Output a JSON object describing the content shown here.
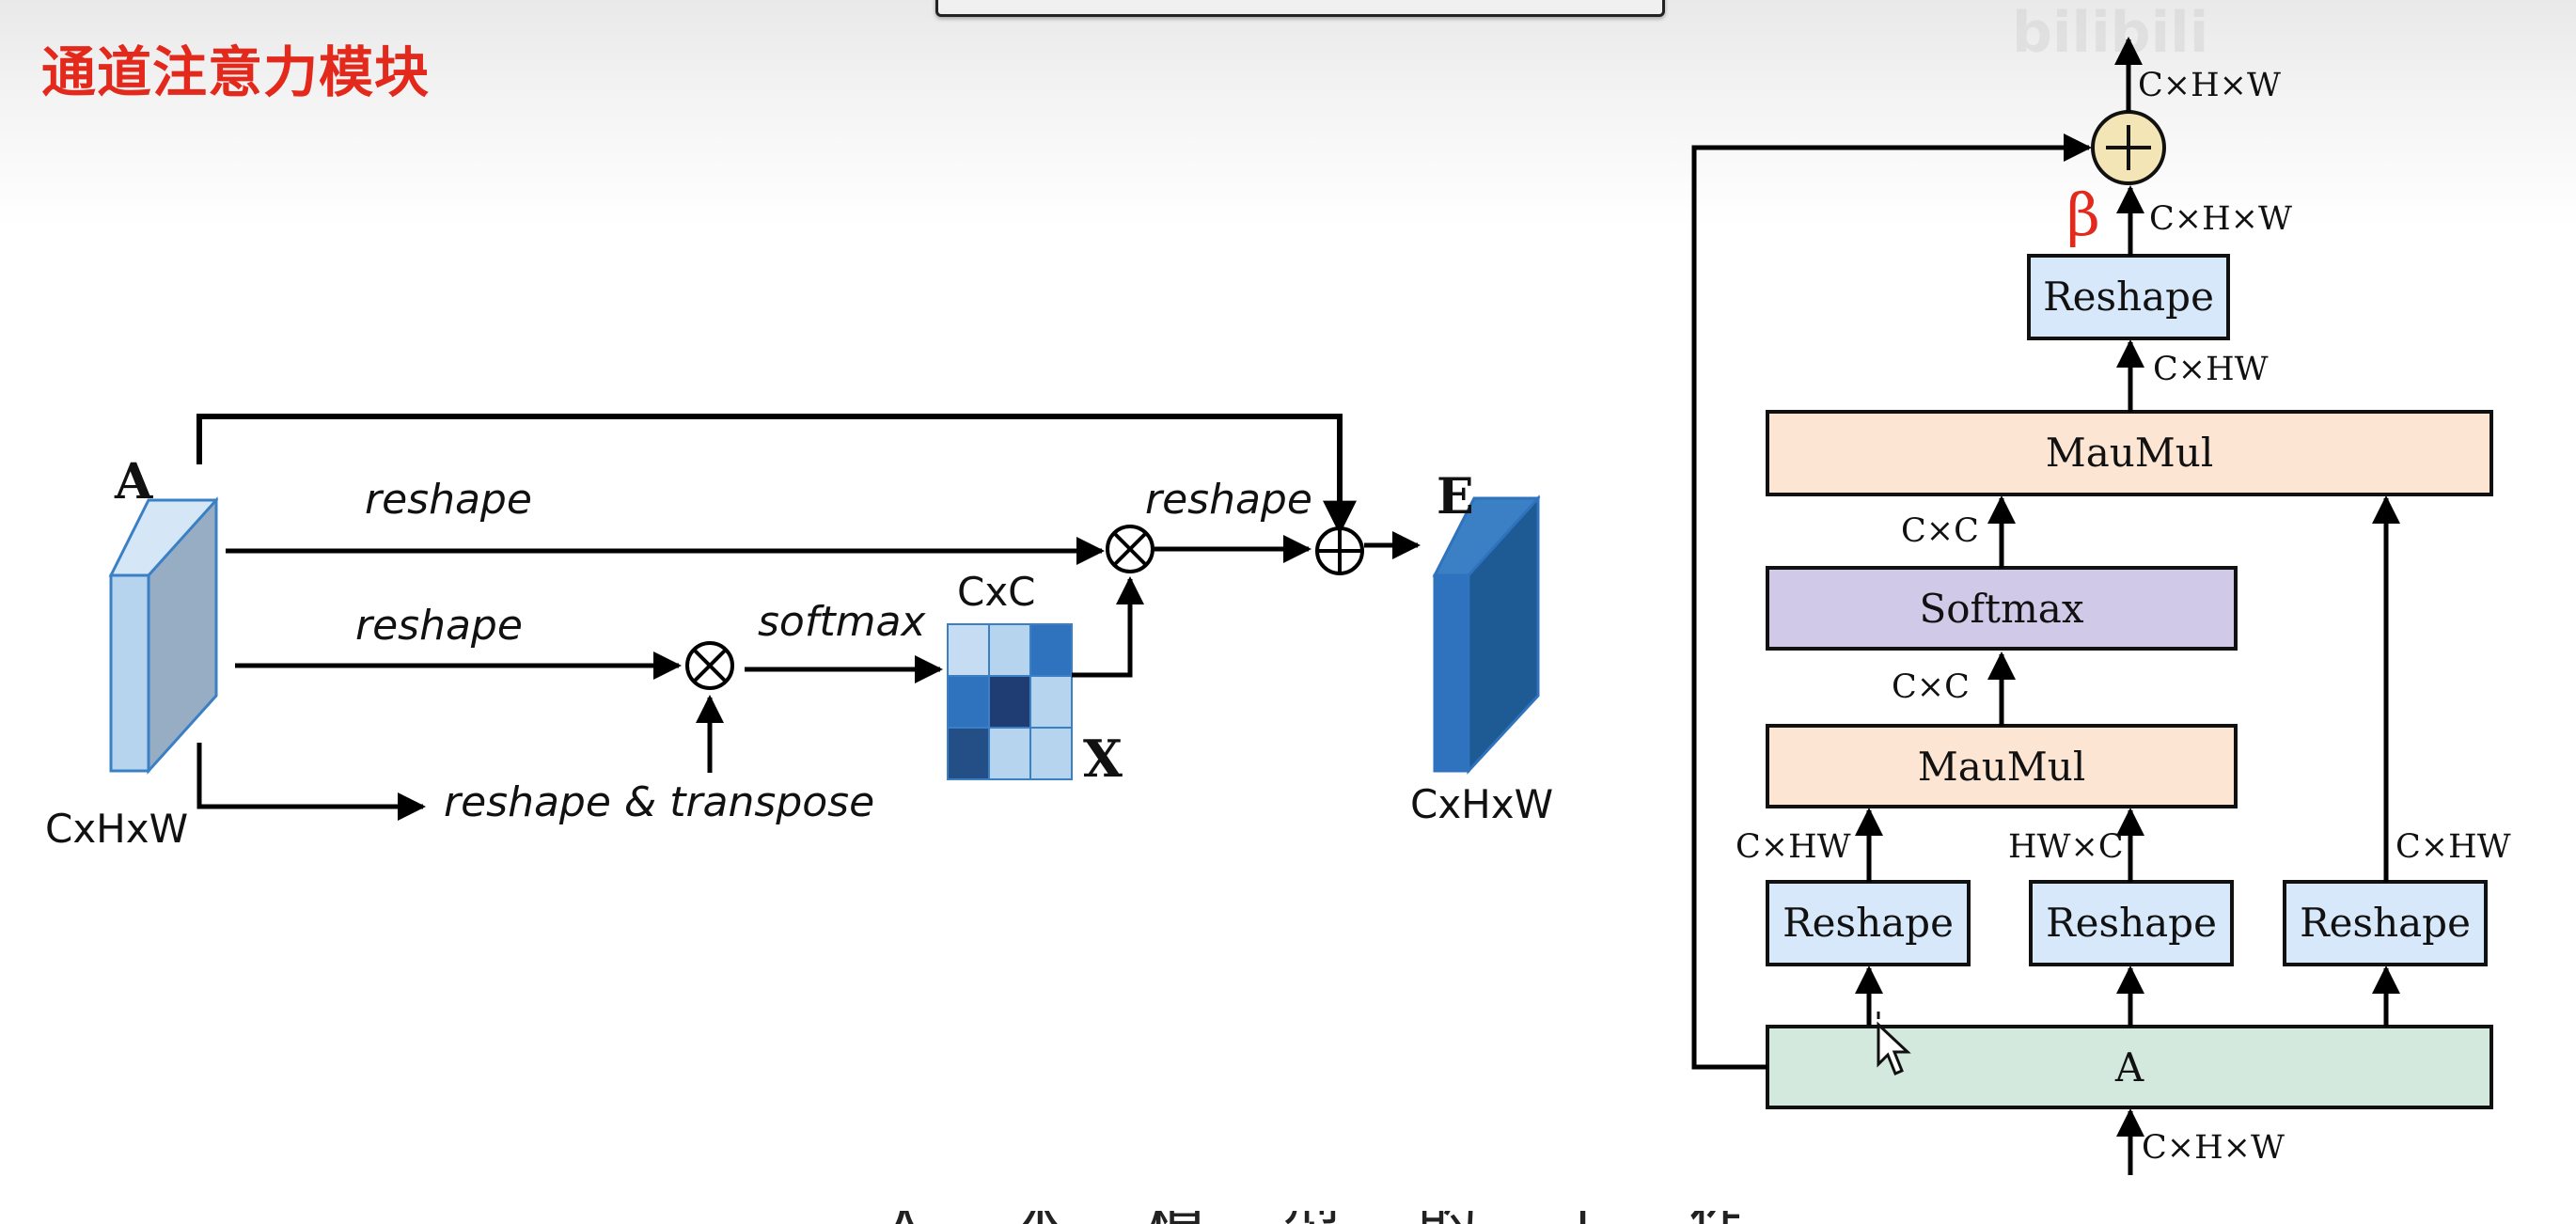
{
  "slide": {
    "title": "通道注意力模块",
    "subtitle_partial": "人 本 模 型 的 工 作 步 骤"
  },
  "left_diagram": {
    "input_label": "A",
    "input_dims": "CxHxW",
    "output_label": "E",
    "output_dims": "CxHxW",
    "matrix_label": "X",
    "matrix_dims": "CxC",
    "edge_labels": {
      "reshape_top": "reshape",
      "reshape_mid": "reshape",
      "reshape_transpose": "reshape & transpose",
      "softmax": "softmax",
      "reshape_out": "reshape"
    },
    "colors": {
      "light_blue": "#b7d4ee",
      "mid_blue": "#3b7fc4",
      "dark_blue": "#1f3d73"
    }
  },
  "right_diagram": {
    "boxes": {
      "a": "A",
      "reshape_left": "Reshape",
      "reshape_mid": "Reshape",
      "reshape_right": "Reshape",
      "maumul_low": "MauMul",
      "softmax": "Softmax",
      "maumul_high": "MauMul",
      "reshape_top": "Reshape"
    },
    "dims": {
      "input": "C×H×W",
      "c_hw_left": "C×HW",
      "hw_c": "HW×C",
      "c_hw_right": "C×HW",
      "c_c_low": "C×C",
      "c_c_high": "C×C",
      "c_hw_top": "C×HW",
      "chw_pre_add": "C×H×W",
      "chw_output": "C×H×W"
    },
    "beta": "β",
    "colors": {
      "green": "#d4e9dd",
      "light_blue": "#d7e8fa",
      "peach": "#fce5d2",
      "purple": "#d1c9e8",
      "plus_fill": "#f3e5b5",
      "beta_red": "#e3281c"
    }
  }
}
